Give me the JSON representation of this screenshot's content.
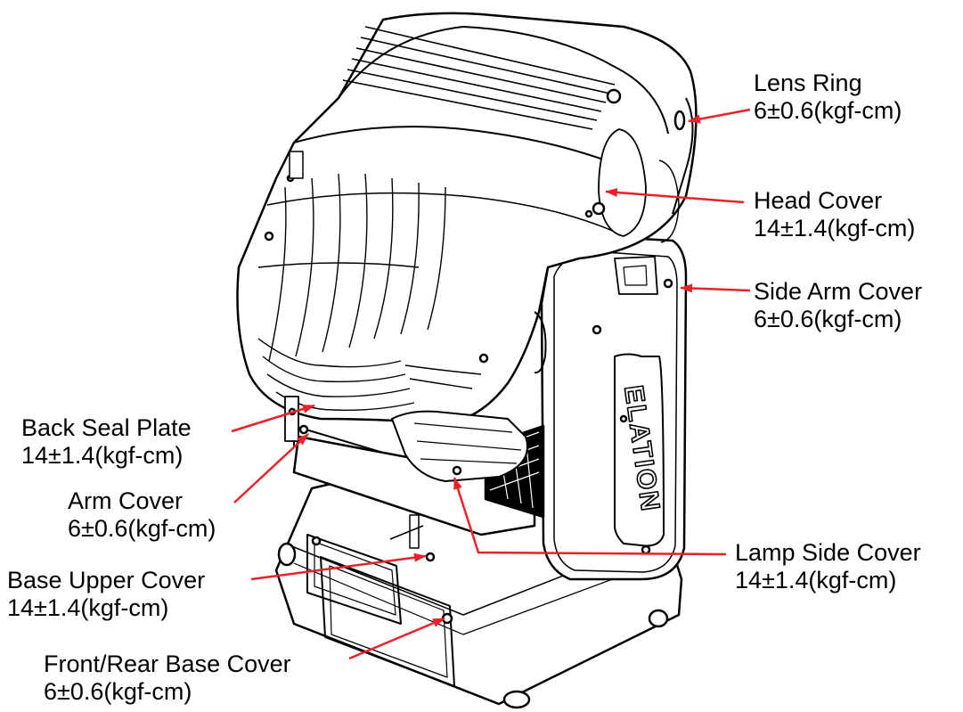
{
  "brand_text": "ELATION",
  "colors": {
    "arrow": "#e8222a",
    "outline": "#000000",
    "background": "#ffffff"
  },
  "callouts": [
    {
      "id": "lens-ring",
      "name": "Lens Ring",
      "torque": "6±0.6(kgf-cm)"
    },
    {
      "id": "head-cover",
      "name": "Head Cover",
      "torque": "14±1.4(kgf-cm)"
    },
    {
      "id": "side-arm-cover",
      "name": "Side Arm Cover",
      "torque": "6±0.6(kgf-cm)"
    },
    {
      "id": "back-seal-plate",
      "name": "Back Seal Plate",
      "torque": "14±1.4(kgf-cm)"
    },
    {
      "id": "arm-cover",
      "name": "Arm Cover",
      "torque": "6±0.6(kgf-cm)"
    },
    {
      "id": "lamp-side-cover",
      "name": "Lamp Side Cover",
      "torque": "14±1.4(kgf-cm)"
    },
    {
      "id": "base-upper-cover",
      "name": "Base Upper Cover",
      "torque": "14±1.4(kgf-cm)"
    },
    {
      "id": "front-rear-base-cover",
      "name": "Front/Rear Base Cover",
      "torque": "6±0.6(kgf-cm)"
    }
  ]
}
